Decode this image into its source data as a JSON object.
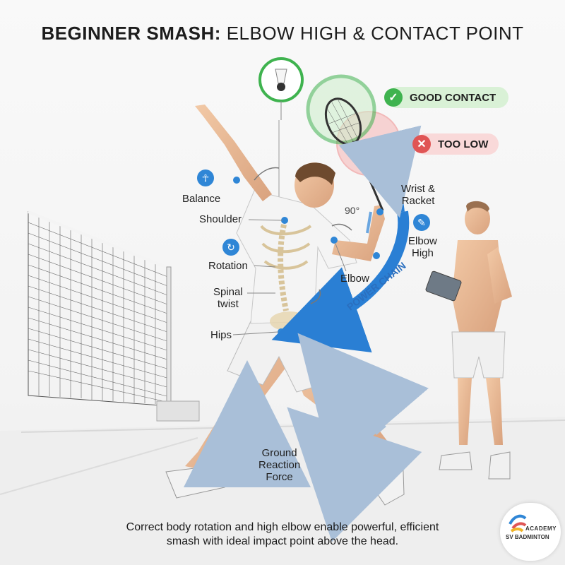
{
  "title": {
    "bold": "BEGINNER SMASH:",
    "rest": "ELBOW HIGH & CONTACT POINT"
  },
  "contact": {
    "good_label": "GOOD CONTACT",
    "bad_label": "TOO LOW",
    "good_icon": "checkmark-icon",
    "bad_icon": "x-icon",
    "good_color": "#3fb34f",
    "bad_color": "#e05555"
  },
  "labels": {
    "balance": "Balance",
    "shoulder": "Shoulder",
    "rotation": "Rotation",
    "spinal": "Spinal\ntwist",
    "hips": "Hips",
    "elbow": "Elbow",
    "wrist": "Wrist &\nRacket",
    "elbow_high": "Elbow\nHigh",
    "angle": "90°",
    "power_chain": "POWER CHAIN",
    "ground": "Ground\nReaction\nForce"
  },
  "icons": {
    "balance": "person-balance-icon",
    "rotation": "rotation-arrows-icon",
    "elbow_high": "arm-elbow-icon",
    "shuttle": "shuttlecock-icon"
  },
  "caption": "Correct body rotation and high elbow enable powerful, efficient\nsmash with ideal impact point above the head.",
  "logo": {
    "line1": "ACADEMY",
    "line2": "SV BADMINTON"
  },
  "colors": {
    "accent_blue": "#2f86d6",
    "arrow_blue": "#2a7fd4"
  }
}
